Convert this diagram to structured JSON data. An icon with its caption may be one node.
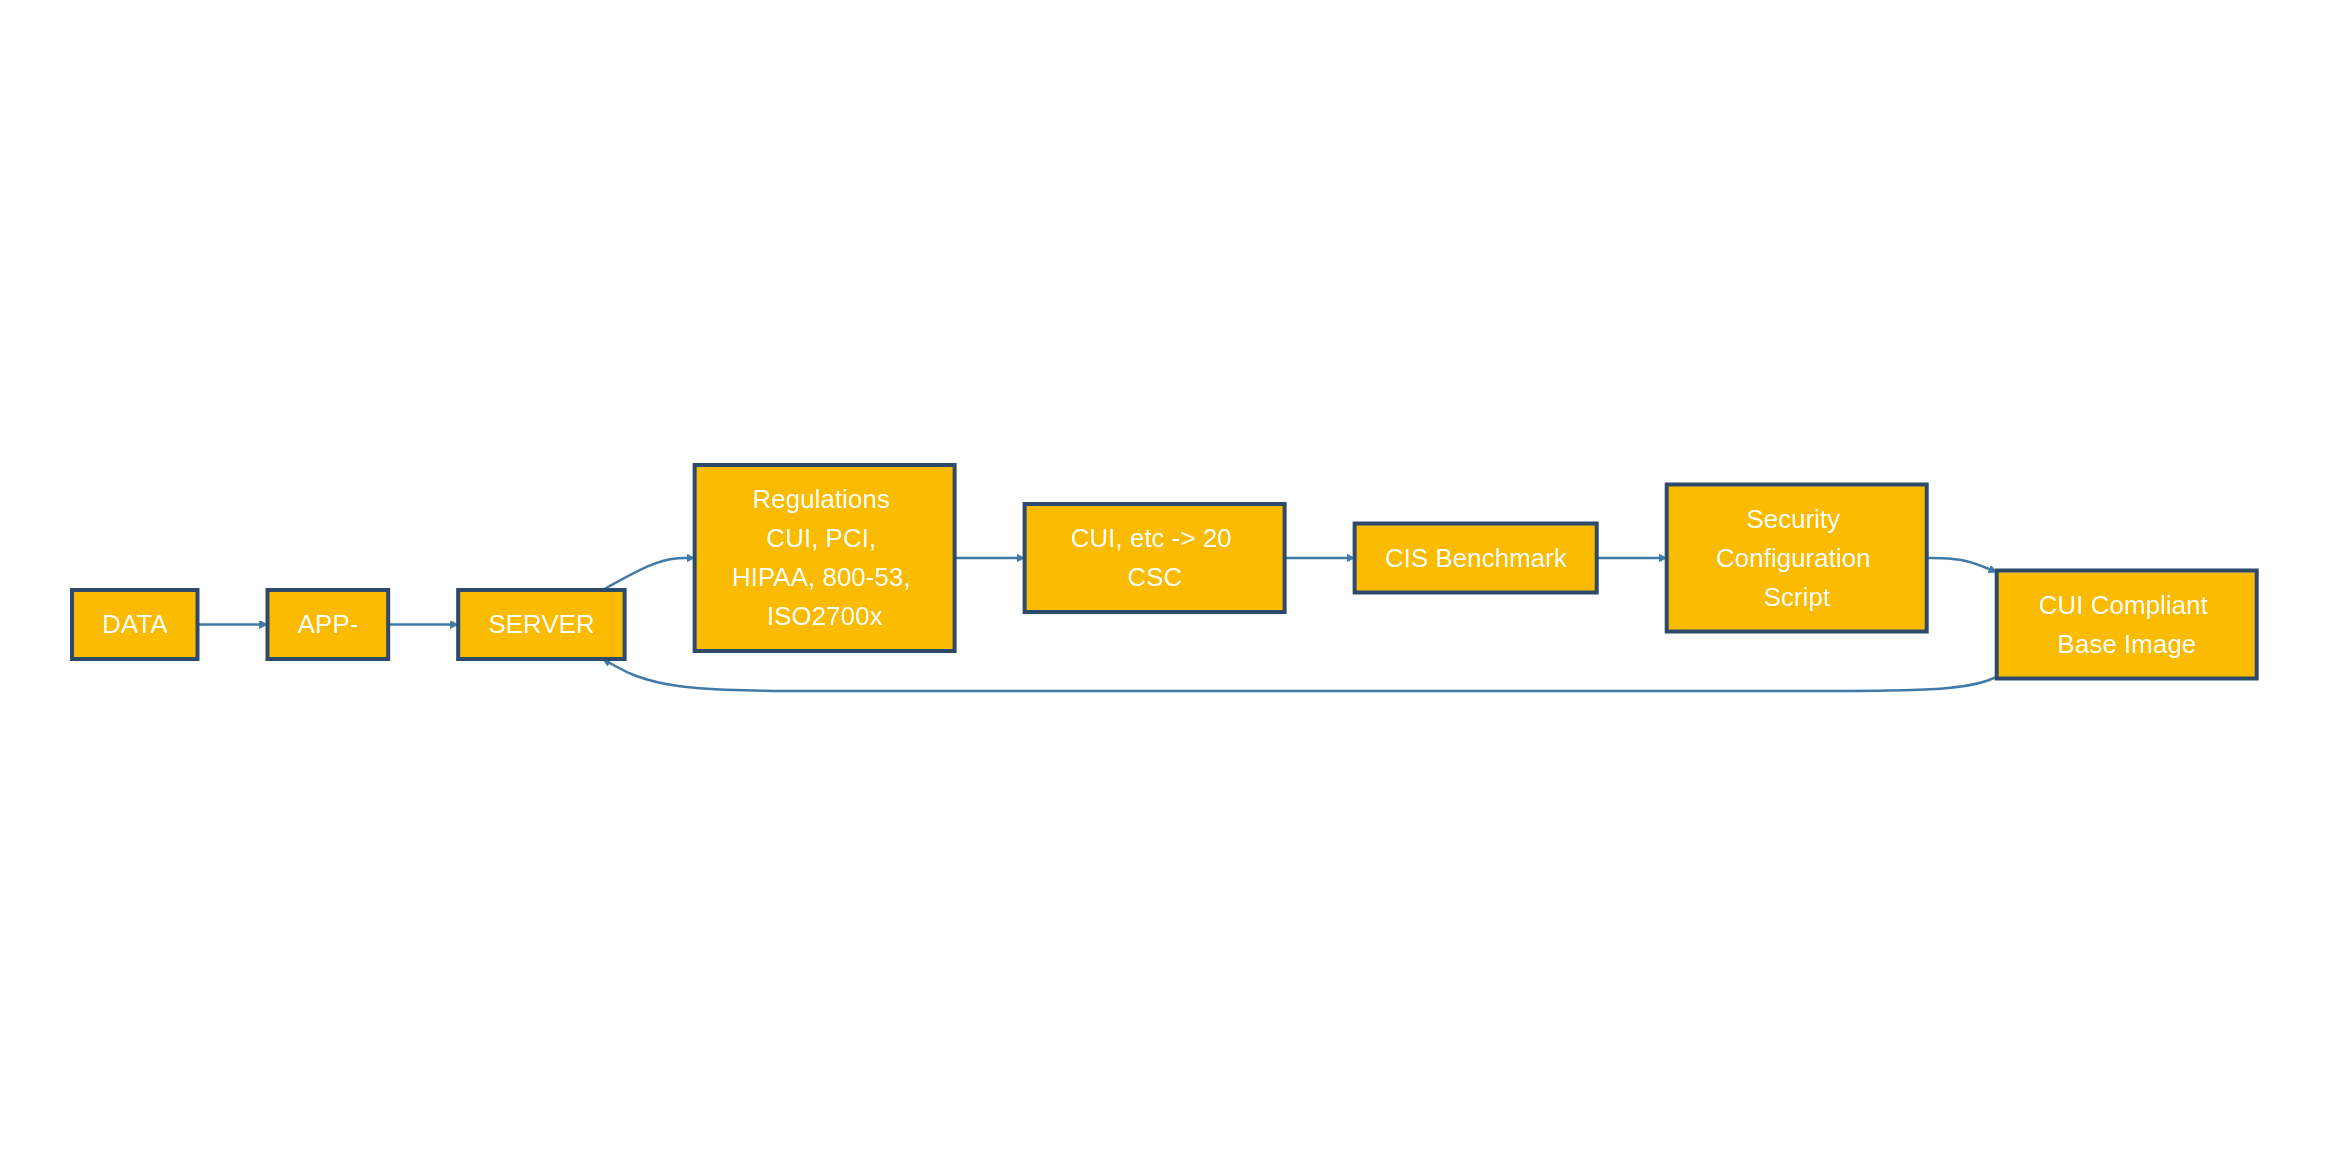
{
  "diagram": {
    "nodes": [
      {
        "text": [
          "DATA"
        ]
      },
      {
        "text": [
          "APP-"
        ]
      },
      {
        "text": [
          "SERVER"
        ]
      },
      {
        "text": [
          "Regulations CUI, PCI, HIPAA, 800-53, ISO2700x"
        ]
      },
      {
        "text": [
          "CUI, etc -> 20 CSC"
        ]
      },
      {
        "text": [
          "CIS Benchmark"
        ]
      },
      {
        "text": [
          "Security Configuration Script"
        ]
      },
      {
        "text": [
          "CUI Compliant Base Image"
        ]
      }
    ],
    "edges": [
      {
        "from": 0,
        "to": 1,
        "arrow": "to"
      },
      {
        "from": 1,
        "to": 2,
        "arrow": "to"
      },
      {
        "from": 2,
        "to": 3,
        "arrow": "to"
      },
      {
        "from": 3,
        "to": 4,
        "arrow": "to"
      },
      {
        "from": 4,
        "to": 5,
        "arrow": "to"
      },
      {
        "from": 5,
        "to": 6,
        "arrow": "to"
      },
      {
        "from": 6,
        "to": 7,
        "arrow": "to"
      },
      {
        "from": 7,
        "to": 2,
        "arrow": "to"
      }
    ]
  }
}
